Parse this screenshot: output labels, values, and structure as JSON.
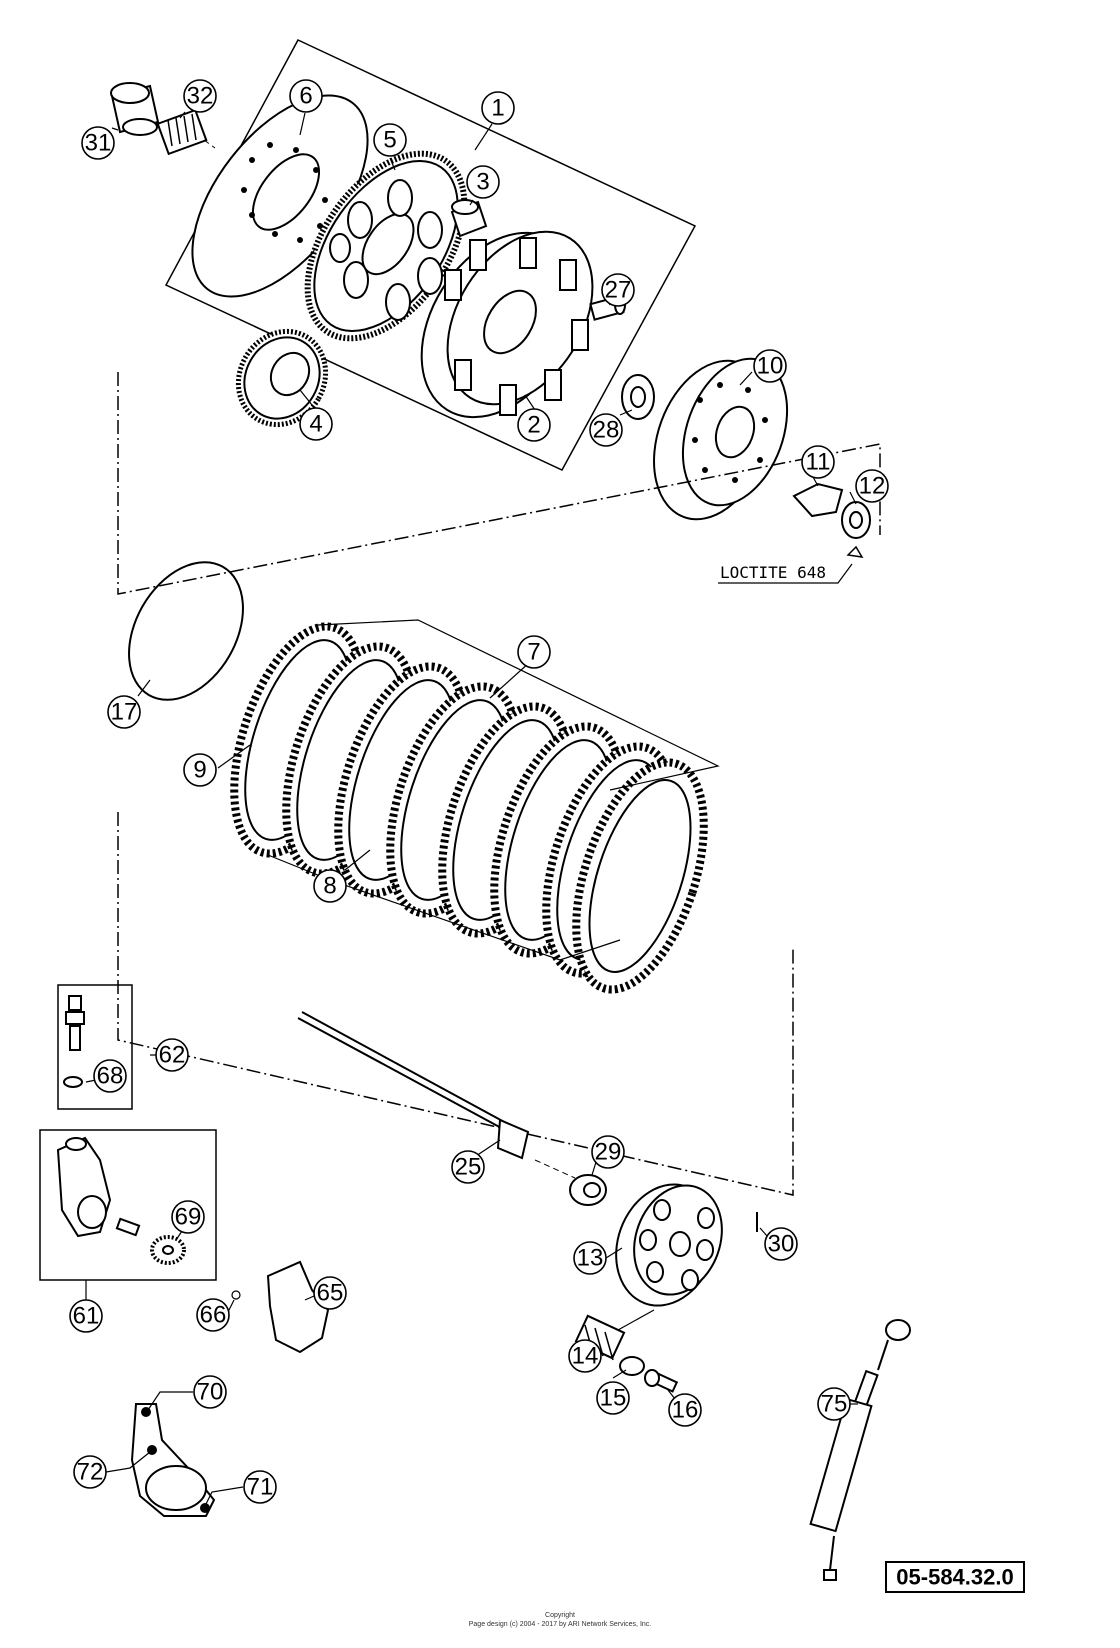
{
  "callouts": [
    {
      "id": "1",
      "label": "1"
    },
    {
      "id": "2",
      "label": "2"
    },
    {
      "id": "3",
      "label": "3"
    },
    {
      "id": "4",
      "label": "4"
    },
    {
      "id": "5",
      "label": "5"
    },
    {
      "id": "6",
      "label": "6"
    },
    {
      "id": "7",
      "label": "7"
    },
    {
      "id": "8",
      "label": "8"
    },
    {
      "id": "9",
      "label": "9"
    },
    {
      "id": "10",
      "label": "10"
    },
    {
      "id": "11",
      "label": "11"
    },
    {
      "id": "12",
      "label": "12"
    },
    {
      "id": "13",
      "label": "13"
    },
    {
      "id": "14",
      "label": "14"
    },
    {
      "id": "15",
      "label": "15"
    },
    {
      "id": "16",
      "label": "16"
    },
    {
      "id": "17",
      "label": "17"
    },
    {
      "id": "25",
      "label": "25"
    },
    {
      "id": "27",
      "label": "27"
    },
    {
      "id": "28",
      "label": "28"
    },
    {
      "id": "29",
      "label": "29"
    },
    {
      "id": "30",
      "label": "30"
    },
    {
      "id": "31",
      "label": "31"
    },
    {
      "id": "32",
      "label": "32"
    },
    {
      "id": "61",
      "label": "61"
    },
    {
      "id": "62",
      "label": "62"
    },
    {
      "id": "65",
      "label": "65"
    },
    {
      "id": "66",
      "label": "66"
    },
    {
      "id": "68",
      "label": "68"
    },
    {
      "id": "69",
      "label": "69"
    },
    {
      "id": "70",
      "label": "70"
    },
    {
      "id": "71",
      "label": "71"
    },
    {
      "id": "72",
      "label": "72"
    },
    {
      "id": "75",
      "label": "75"
    }
  ],
  "note_loctite": "LOCTITE 648",
  "reference_number": "05-584.32.0",
  "footer": {
    "line1": "Copyright",
    "line2": "Page design (c) 2004 - 2017 by ARI Network Services, Inc."
  }
}
